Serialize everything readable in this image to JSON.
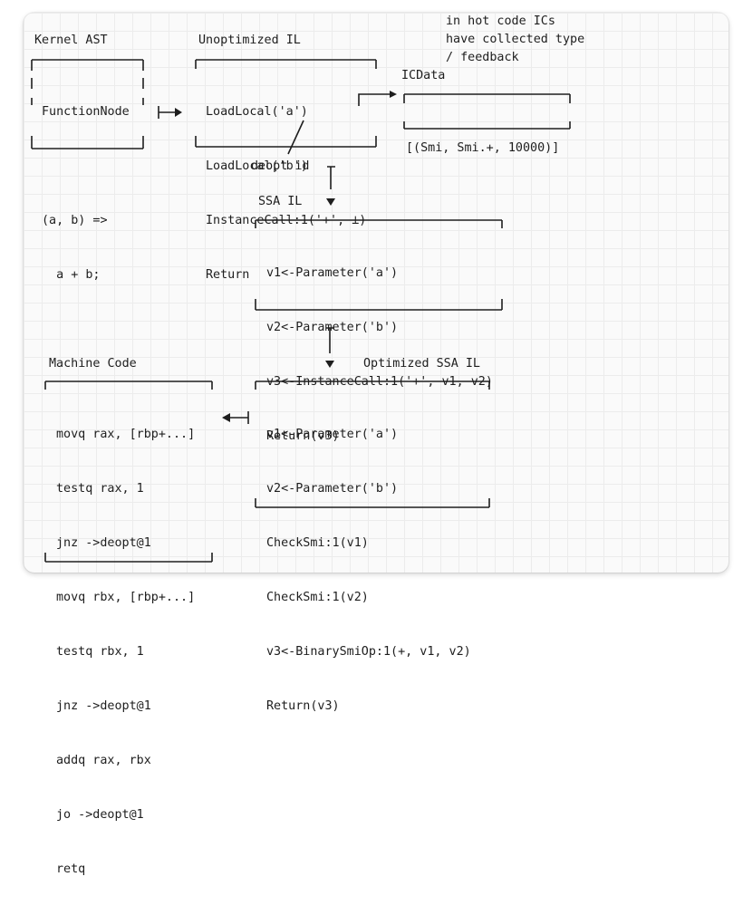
{
  "diagram": {
    "labels": {
      "kernel_ast": "Kernel AST",
      "unoptimized_il": "Unoptimized IL",
      "icdata": "ICData",
      "feedback_note": [
        "in hot code ICs",
        "have collected type",
        "/ feedback"
      ],
      "deopt_id": "deopt id",
      "ssa_il": "SSA IL",
      "machine_code": "Machine Code",
      "optimized_ssa_il": "Optimized SSA IL"
    },
    "boxes": {
      "kernel_ast": [
        "FunctionNode",
        "",
        "(a, b) =>",
        "  a + b;"
      ],
      "unoptimized_il": [
        "LoadLocal('a')",
        "LoadLocal('b')",
        "InstanceCall:1('+', ⊥)",
        "Return"
      ],
      "icdata": [
        "[(Smi, Smi.+, 10000)]"
      ],
      "ssa_il": [
        "v1<-Parameter('a')",
        "v2<-Parameter('b')",
        "v3<-InstanceCall:1('+', v1, v2)",
        "Return(v3)"
      ],
      "optimized_ssa_il": [
        "v1<-Parameter('a')",
        "v2<-Parameter('b')",
        "CheckSmi:1(v1)",
        "CheckSmi:1(v2)",
        "v3<-BinarySmiOp:1(+, v1, v2)",
        "Return(v3)"
      ],
      "machine_code": [
        "movq rax, [rbp+...]",
        "testq rax, 1",
        "jnz ->deopt@1",
        "movq rbx, [rbp+...]",
        "testq rbx, 1",
        "jnz ->deopt@1",
        "addq rax, rbx",
        "jo ->deopt@1",
        "retq"
      ]
    }
  }
}
